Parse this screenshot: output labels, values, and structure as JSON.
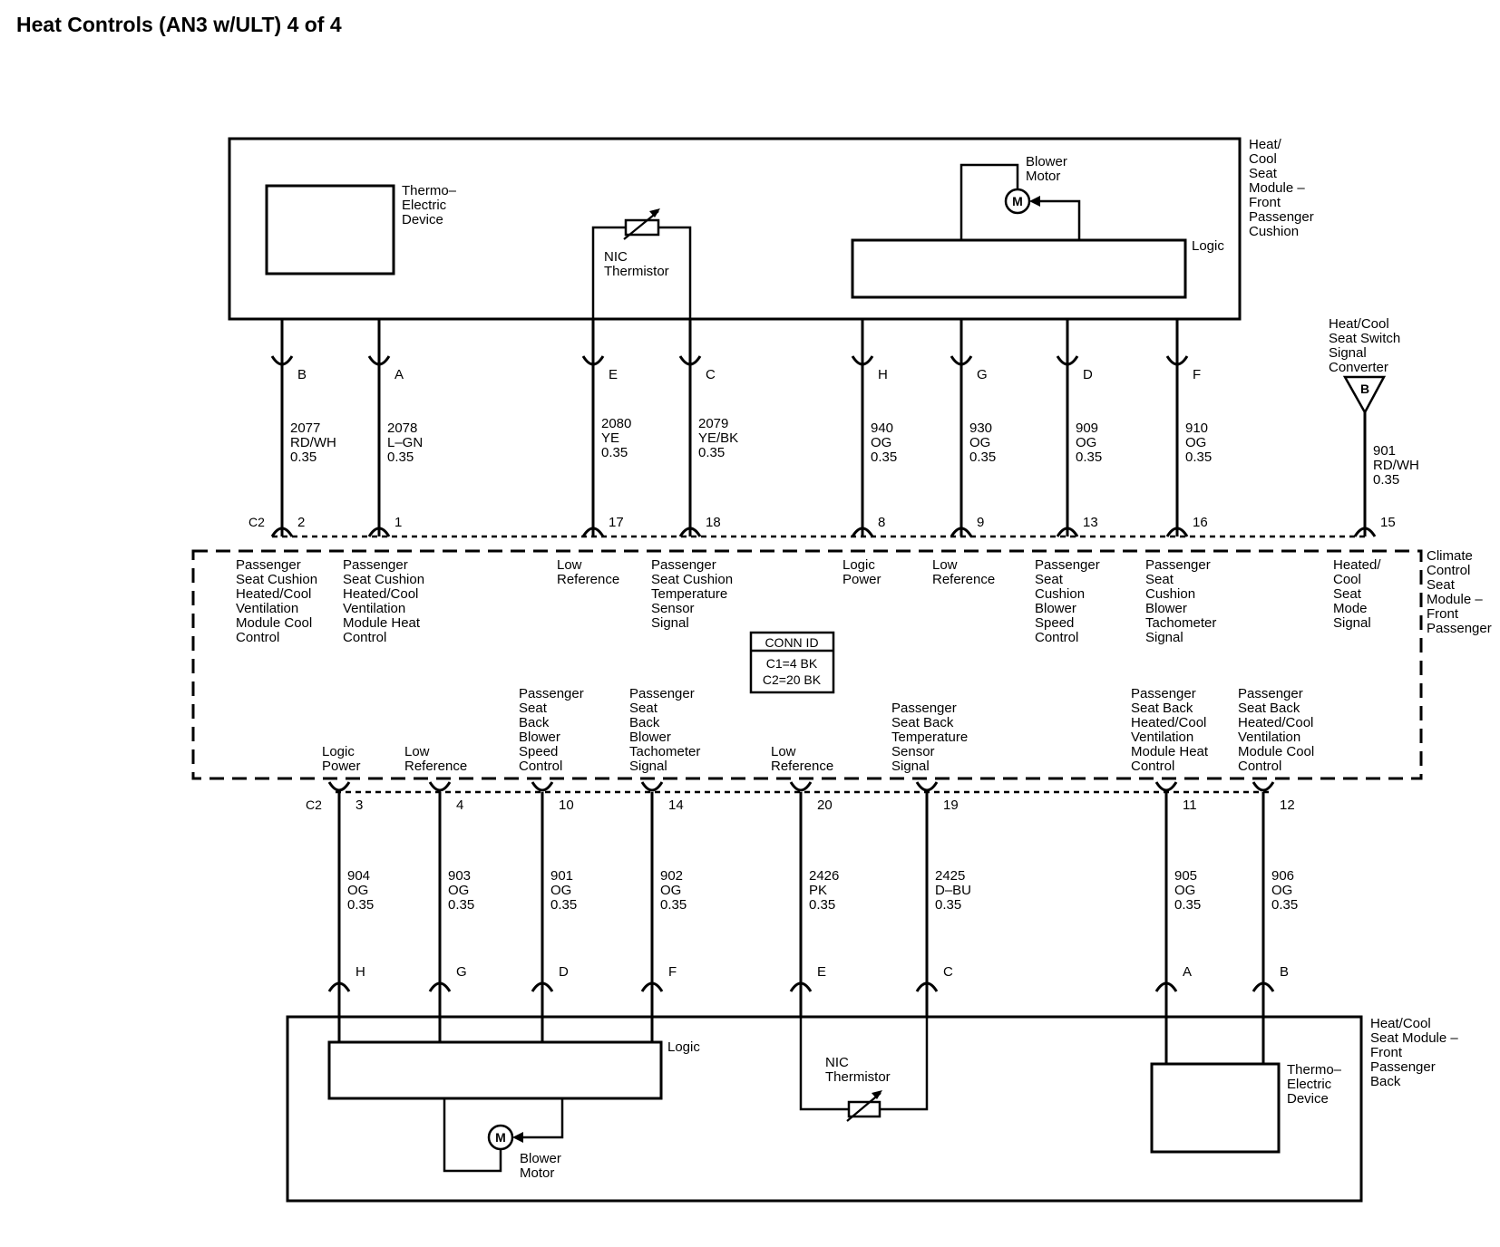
{
  "title": "Heat Controls (AN3 w/ULT) 4 of 4",
  "connector_id": "C2",
  "components": {
    "front_module": [
      "Heat/",
      "Cool",
      "Seat",
      "Module –",
      "Front",
      "Passenger",
      "Cushion"
    ],
    "front_ted": [
      "Thermo–",
      "Electric",
      "Device"
    ],
    "front_thermistor": [
      "NIC",
      "Thermistor"
    ],
    "front_blower": [
      "Blower",
      "Motor"
    ],
    "logic": "Logic",
    "motor_symbol": "M",
    "switch": [
      "Heat/Cool",
      "Seat Switch",
      "Signal",
      "Converter"
    ],
    "switch_pin": "B",
    "climate_module": [
      "Climate",
      "Control",
      "Seat",
      "Module –",
      "Front",
      "Passenger"
    ],
    "conn_id": {
      "header": "CONN ID",
      "lines": [
        "C1=4 BK",
        "C2=20 BK"
      ]
    },
    "back_module": [
      "Heat/Cool",
      "Seat Module –",
      "Front",
      "Passenger",
      "Back"
    ],
    "back_thermistor": [
      "NIC",
      "Thermistor"
    ],
    "back_ted": [
      "Thermo–",
      "Electric",
      "Device"
    ],
    "back_blower": [
      "Blower",
      "Motor"
    ]
  },
  "top_circuits": [
    {
      "pin_top": "B",
      "wire": [
        "2077",
        "RD/WH",
        "0.35"
      ],
      "pin_mod": "2",
      "label": [
        "Passenger",
        "Seat Cushion",
        "Heated/Cool",
        "Ventilation",
        "Module Cool",
        "Control"
      ]
    },
    {
      "pin_top": "A",
      "wire": [
        "2078",
        "L–GN",
        "0.35"
      ],
      "pin_mod": "1",
      "label": [
        "Passenger",
        "Seat Cushion",
        "Heated/Cool",
        "Ventilation",
        "Module Heat",
        "Control"
      ]
    },
    {
      "pin_top": "E",
      "wire": [
        "2080",
        "YE",
        "0.35"
      ],
      "pin_mod": "17",
      "label": [
        "Low",
        "Reference"
      ]
    },
    {
      "pin_top": "C",
      "wire": [
        "2079",
        "YE/BK",
        "0.35"
      ],
      "pin_mod": "18",
      "label": [
        "Passenger",
        "Seat Cushion",
        "Temperature",
        "Sensor",
        "Signal"
      ]
    },
    {
      "pin_top": "H",
      "wire": [
        "940",
        "OG",
        "0.35"
      ],
      "pin_mod": "8",
      "label": [
        "Logic",
        "Power"
      ]
    },
    {
      "pin_top": "G",
      "wire": [
        "930",
        "OG",
        "0.35"
      ],
      "pin_mod": "9",
      "label": [
        "Low",
        "Reference"
      ]
    },
    {
      "pin_top": "D",
      "wire": [
        "909",
        "OG",
        "0.35"
      ],
      "pin_mod": "13",
      "label": [
        "Passenger",
        "Seat",
        "Cushion",
        "Blower",
        "Speed",
        "Control"
      ]
    },
    {
      "pin_top": "F",
      "wire": [
        "910",
        "OG",
        "0.35"
      ],
      "pin_mod": "16",
      "label": [
        "Passenger",
        "Seat",
        "Cushion",
        "Blower",
        "Tachometer",
        "Signal"
      ]
    },
    {
      "pin_top": "",
      "wire": [
        "901",
        "RD/WH",
        "0.35"
      ],
      "pin_mod": "15",
      "label": [
        "Heated/",
        "Cool",
        "Seat",
        "Mode",
        "Signal"
      ]
    }
  ],
  "bottom_circuits": [
    {
      "pin_mod": "3",
      "wire": [
        "904",
        "OG",
        "0.35"
      ],
      "pin_bot": "H",
      "label": [
        "Logic",
        "Power"
      ]
    },
    {
      "pin_mod": "4",
      "wire": [
        "903",
        "OG",
        "0.35"
      ],
      "pin_bot": "G",
      "label": [
        "Low",
        "Reference"
      ]
    },
    {
      "pin_mod": "10",
      "wire": [
        "901",
        "OG",
        "0.35"
      ],
      "pin_bot": "D",
      "label": [
        "Passenger",
        "Seat",
        "Back",
        "Blower",
        "Speed",
        "Control"
      ]
    },
    {
      "pin_mod": "14",
      "wire": [
        "902",
        "OG",
        "0.35"
      ],
      "pin_bot": "F",
      "label": [
        "Passenger",
        "Seat",
        "Back",
        "Blower",
        "Tachometer",
        "Signal"
      ]
    },
    {
      "pin_mod": "20",
      "wire": [
        "2426",
        "PK",
        "0.35"
      ],
      "pin_bot": "E",
      "label": [
        "Low",
        "Reference"
      ]
    },
    {
      "pin_mod": "19",
      "wire": [
        "2425",
        "D–BU",
        "0.35"
      ],
      "pin_bot": "C",
      "label": [
        "Passenger",
        "Seat Back",
        "Temperature",
        "Sensor",
        "Signal"
      ]
    },
    {
      "pin_mod": "11",
      "wire": [
        "905",
        "OG",
        "0.35"
      ],
      "pin_bot": "A",
      "label": [
        "Passenger",
        "Seat Back",
        "Heated/Cool",
        "Ventilation",
        "Module Heat",
        "Control"
      ]
    },
    {
      "pin_mod": "12",
      "wire": [
        "906",
        "OG",
        "0.35"
      ],
      "pin_bot": "B",
      "label": [
        "Passenger",
        "Seat Back",
        "Heated/Cool",
        "Ventilation",
        "Module Cool",
        "Control"
      ]
    }
  ]
}
